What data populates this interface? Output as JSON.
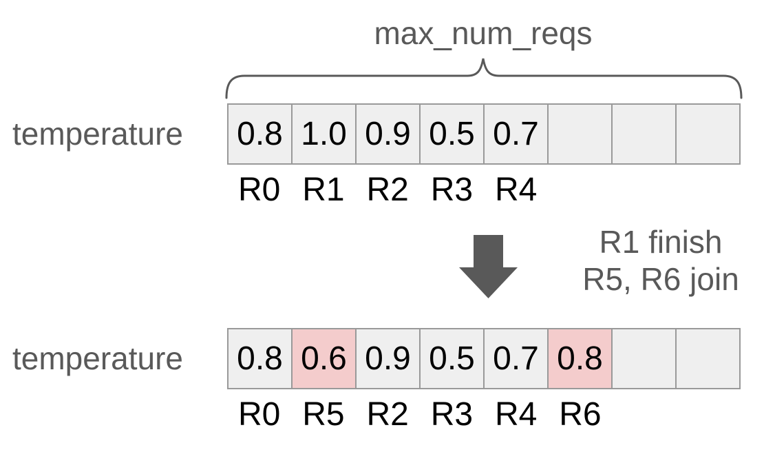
{
  "diagram": {
    "title": "max_num_reqs",
    "arrow_caption": {
      "line1": "R1 finish",
      "line2": "R5, R6 join"
    },
    "before": {
      "label": "temperature",
      "cells": [
        {
          "value": "0.8",
          "highlight": false
        },
        {
          "value": "1.0",
          "highlight": false
        },
        {
          "value": "0.9",
          "highlight": false
        },
        {
          "value": "0.5",
          "highlight": false
        },
        {
          "value": "0.7",
          "highlight": false
        },
        {
          "value": "",
          "highlight": false
        },
        {
          "value": "",
          "highlight": false
        },
        {
          "value": "",
          "highlight": false
        }
      ],
      "request_labels": [
        "R0",
        "R1",
        "R2",
        "R3",
        "R4",
        "",
        "",
        ""
      ]
    },
    "after": {
      "label": "temperature",
      "cells": [
        {
          "value": "0.8",
          "highlight": false
        },
        {
          "value": "0.6",
          "highlight": true
        },
        {
          "value": "0.9",
          "highlight": false
        },
        {
          "value": "0.5",
          "highlight": false
        },
        {
          "value": "0.7",
          "highlight": false
        },
        {
          "value": "0.8",
          "highlight": true
        },
        {
          "value": "",
          "highlight": false
        },
        {
          "value": "",
          "highlight": false
        }
      ],
      "request_labels": [
        "R0",
        "R5",
        "R2",
        "R3",
        "R4",
        "R6",
        "",
        ""
      ]
    },
    "colors": {
      "cell_fill": "#efefef",
      "cell_highlight_fill": "#f4cccc",
      "cell_border": "#999999",
      "gray_text": "#595959",
      "value_text": "#000000",
      "arrow_fill": "#595959"
    }
  }
}
